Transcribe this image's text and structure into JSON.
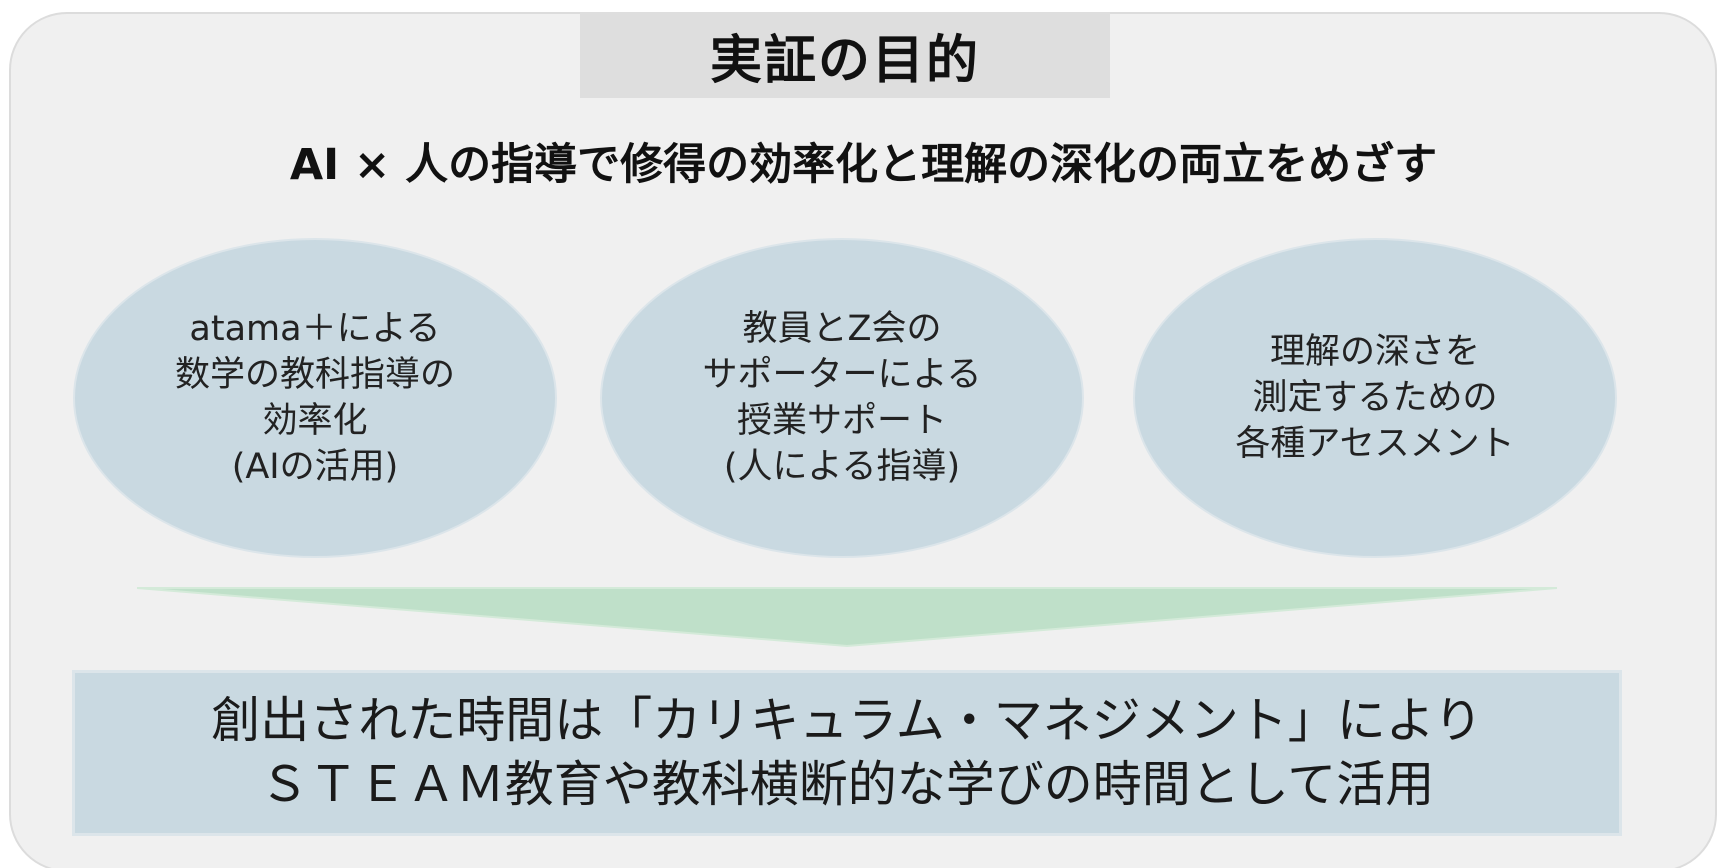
{
  "title": "実証の目的",
  "subtitle": "AI × 人の指導で修得の効率化と理解の深化の両立をめざす",
  "ellipses": [
    {
      "lines": [
        "atama＋による",
        "数学の教科指導の",
        "効率化",
        "(AIの活用)"
      ]
    },
    {
      "lines": [
        "教員とZ会の",
        "サポーターによる",
        "授業サポート",
        "(人による指導)"
      ]
    },
    {
      "lines": [
        "理解の深さを",
        "測定するための",
        "各種アセスメント"
      ]
    }
  ],
  "result": {
    "lines": [
      "創出された時間は「カリキュラム・マネジメント」により",
      "ＳＴＥＡＭ教育や教科横断的な学びの時間として活用"
    ]
  },
  "colors": {
    "panel_bg": "#f0f0f0",
    "title_bg": "#dedede",
    "ellipse_fill": "#c9d9e1",
    "arrow_fill": "#bfe0c9",
    "result_fill": "#c9d9e1"
  }
}
